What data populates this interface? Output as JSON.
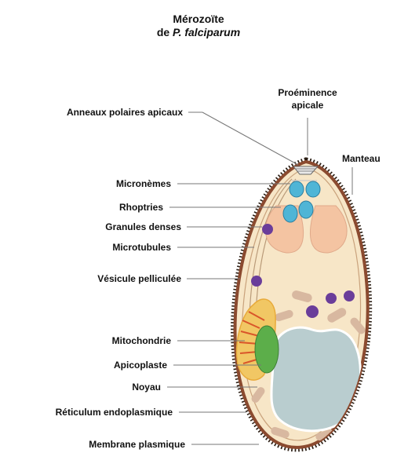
{
  "title": {
    "line1": "Mérozoïte",
    "line2_prefix": "de ",
    "line2_italic": "P. falciparum"
  },
  "labels": {
    "anneaux": "Anneaux polaires apicaux",
    "proeminence_1": "Proéminence",
    "proeminence_2": "apicale",
    "manteau": "Manteau",
    "micronemes": "Micronèmes",
    "rhoptries": "Rhoptries",
    "granules": "Granules denses",
    "microtubules": "Microtubules",
    "vesicule": "Vésicule pelliculée",
    "mitochondrie": "Mitochondrie",
    "apicoplaste": "Apicoplaste",
    "noyau": "Noyau",
    "reticulum": "Réticulum endoplasmique",
    "membrane": "Membrane plasmique"
  },
  "colors": {
    "coat": "#2b1e14",
    "pellicle": "#8b4a2f",
    "cytoplasm": "#f7e6c7",
    "rhoptry": "#f4c4a2",
    "microneme": "#4fb5d6",
    "granule": "#6a3d9a",
    "nucleus": "#b9cdcf",
    "apicoplast": "#5cae4a",
    "mitochondrion": "#f1c764",
    "er": "#d8b8a0",
    "leader": "#777777"
  }
}
